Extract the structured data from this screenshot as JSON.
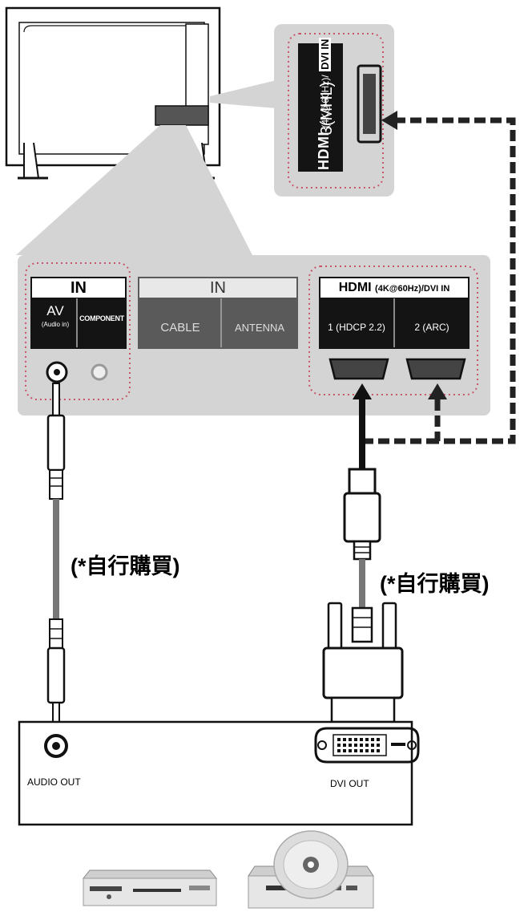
{
  "side_panel": {
    "hdmi_logo": "HDMI",
    "spec": "(4K@60Hz)/",
    "dvi_in": "DVI IN",
    "port_label": "3(MHL)"
  },
  "rear_panel": {
    "av_group": {
      "header": "IN",
      "av_label": "AV",
      "av_sub": "(Audio in)",
      "component_label": "COMPONENT"
    },
    "antenna_group": {
      "header": "IN",
      "cable": "CABLE",
      "antenna": "ANTENNA"
    },
    "hdmi_group": {
      "hdmi_logo": "HDMI",
      "spec": "(4K@60Hz)/DVI IN",
      "port1": "1 (HDCP 2.2)",
      "port2": "2 (ARC)"
    }
  },
  "annotations": {
    "left_cable_note": "(*自行購買)",
    "right_cable_note": "(*自行購買)"
  },
  "source_device": {
    "audio_out": "AUDIO OUT",
    "dvi_out": "DVI OUT"
  },
  "colors": {
    "panel_gray": "#d4d4d4",
    "callout_dot": "#c8566b",
    "port_black": "#141414",
    "dashed_cable": "#222222"
  }
}
